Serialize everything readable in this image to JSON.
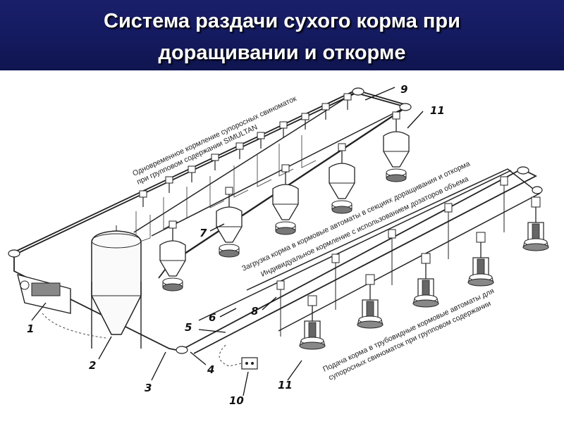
{
  "header": {
    "title_line1": "Система раздачи сухого корма при",
    "title_line2": "доращивании и откорме",
    "bg_color": "#141a5e",
    "text_color": "#ffffff"
  },
  "callouts": [
    "1",
    "2",
    "3",
    "4",
    "5",
    "6",
    "7",
    "8",
    "9",
    "10",
    "11",
    "11"
  ],
  "notes": {
    "top_line1": "Одновременное кормление супоросных свиноматок",
    "top_line2": "при групповом содержании SIMULTAN",
    "middle_line1": "Загрузка корма в кормовые автоматы в секциях доращивания и откорма",
    "middle_line2": "Индивидуальное кормление с использованием дозаторов объема",
    "bottom_line1": "Подача корма в трубовидные кормовые автоматы для",
    "bottom_line2": "супоросных свиноматок при групповом содержании"
  }
}
